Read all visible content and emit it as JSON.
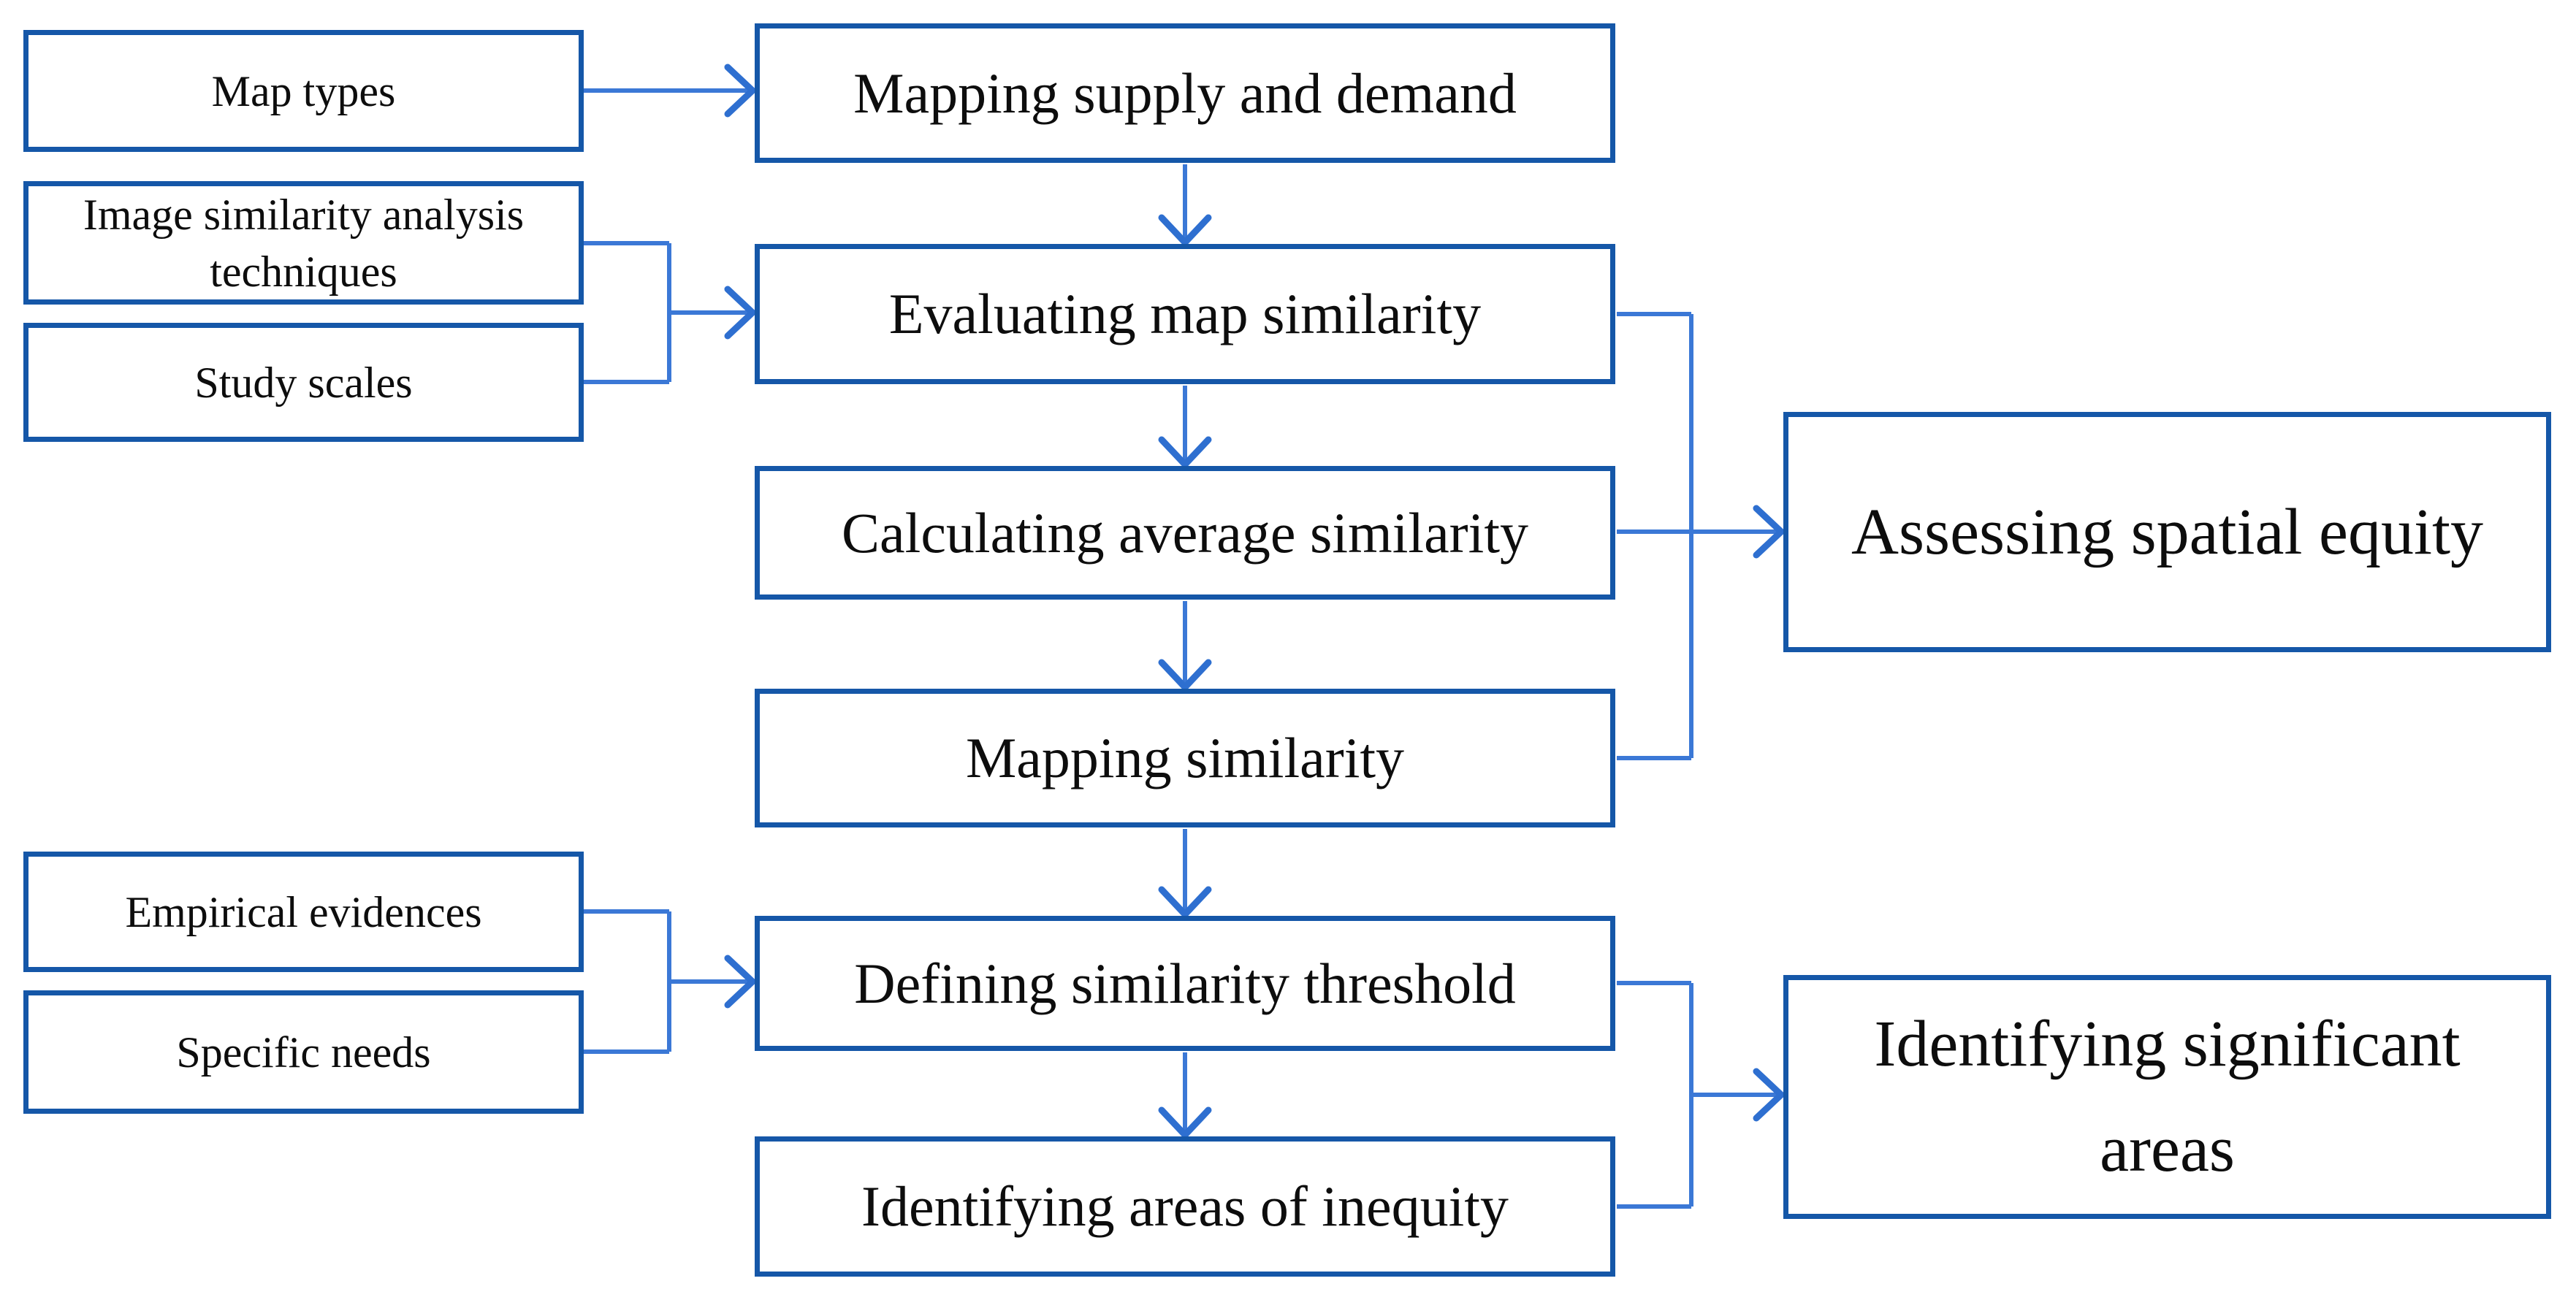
{
  "figure": {
    "type": "flowchart",
    "background": "#ffffff",
    "colors": {
      "box_border": "#1557A8",
      "connector": "#3B78D6",
      "arrowhead": "#2E6FD0",
      "text": "#0d0d0d"
    }
  },
  "nodes": {
    "map_types": {
      "label": "Map types"
    },
    "image_similarity": {
      "label": "Image similarity analysis techniques"
    },
    "study_scales": {
      "label": "Study scales"
    },
    "empirical_evidences": {
      "label": "Empirical evidences"
    },
    "specific_needs": {
      "label": "Specific needs"
    },
    "mapping_supply_demand": {
      "label": "Mapping supply and demand"
    },
    "evaluating_map_similarity": {
      "label": "Evaluating map similarity"
    },
    "calculating_average_similarity": {
      "label": "Calculating average similarity"
    },
    "mapping_similarity": {
      "label": "Mapping similarity"
    },
    "defining_similarity_threshold": {
      "label": "Defining similarity threshold"
    },
    "identifying_areas_of_inequity": {
      "label": "Identifying areas of inequity"
    },
    "assessing_spatial_equity": {
      "label": "Assessing spatial equity"
    },
    "identifying_significant_areas": {
      "label": "Identifying significant areas"
    }
  },
  "edges": [
    {
      "from": "map_types",
      "to": "mapping_supply_demand"
    },
    {
      "from": "mapping_supply_demand",
      "to": "evaluating_map_similarity"
    },
    {
      "from": "image_similarity",
      "to": "evaluating_map_similarity",
      "merged_with": "study_scales"
    },
    {
      "from": "study_scales",
      "to": "evaluating_map_similarity",
      "merged_with": "image_similarity"
    },
    {
      "from": "evaluating_map_similarity",
      "to": "calculating_average_similarity"
    },
    {
      "from": "calculating_average_similarity",
      "to": "mapping_similarity"
    },
    {
      "from": "evaluating_map_similarity",
      "to": "assessing_spatial_equity",
      "via": "right-bus-top"
    },
    {
      "from": "calculating_average_similarity",
      "to": "assessing_spatial_equity",
      "via": "right-bus-top"
    },
    {
      "from": "mapping_similarity",
      "to": "assessing_spatial_equity",
      "via": "right-bus-top"
    },
    {
      "from": "mapping_similarity",
      "to": "defining_similarity_threshold"
    },
    {
      "from": "empirical_evidences",
      "to": "defining_similarity_threshold",
      "merged_with": "specific_needs"
    },
    {
      "from": "specific_needs",
      "to": "defining_similarity_threshold",
      "merged_with": "empirical_evidences"
    },
    {
      "from": "defining_similarity_threshold",
      "to": "identifying_areas_of_inequity"
    },
    {
      "from": "defining_similarity_threshold",
      "to": "identifying_significant_areas",
      "via": "right-bus-bottom"
    },
    {
      "from": "identifying_areas_of_inequity",
      "to": "identifying_significant_areas",
      "via": "right-bus-bottom"
    }
  ]
}
